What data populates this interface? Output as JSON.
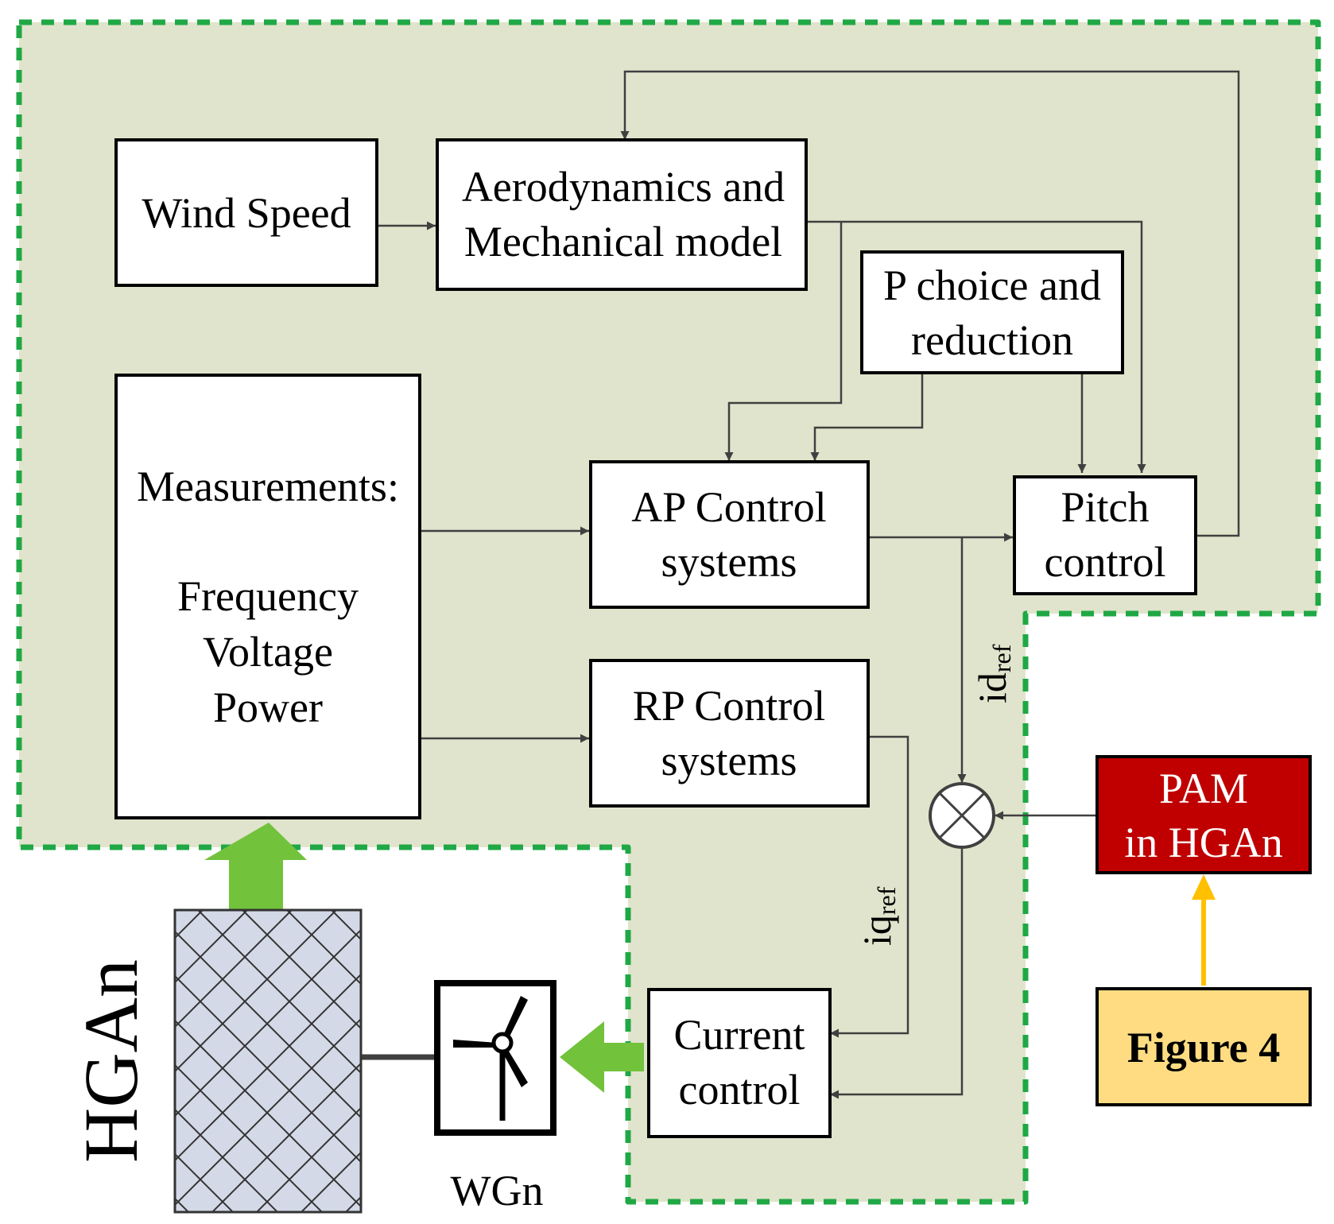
{
  "blocks": {
    "wind_speed": "Wind Speed",
    "aero_line1": "Aerodynamics and",
    "aero_line2": "Mechanical model",
    "pchoice_line1": "P choice and",
    "pchoice_line2": "reduction",
    "meas_title": "Measurements:",
    "meas_item1": "Frequency",
    "meas_item2": "Voltage",
    "meas_item3": "Power",
    "ap_line1": "AP Control",
    "ap_line2": "systems",
    "rp_line1": "RP Control",
    "rp_line2": "systems",
    "pitch_line1": "Pitch",
    "pitch_line2": "control",
    "current_line1": "Current",
    "current_line2": "control",
    "pam_line1": "PAM",
    "pam_line2": "in HGAn",
    "figure_label": "Figure 4"
  },
  "signals": {
    "id_main": "id",
    "id_sub": "ref",
    "iq_main": "iq",
    "iq_sub": "ref"
  },
  "labels": {
    "hgan": "HGAn",
    "wgn": "WGn"
  },
  "colors": {
    "region_fill": "#e0e4cc",
    "region_border": "#1fa845",
    "green_arrow": "#72c23c",
    "pam_fill": "#c00000",
    "figure_fill": "#ffdc82",
    "yellow_arrow": "#ffc000",
    "hatch_fill": "#d3d9e6"
  }
}
